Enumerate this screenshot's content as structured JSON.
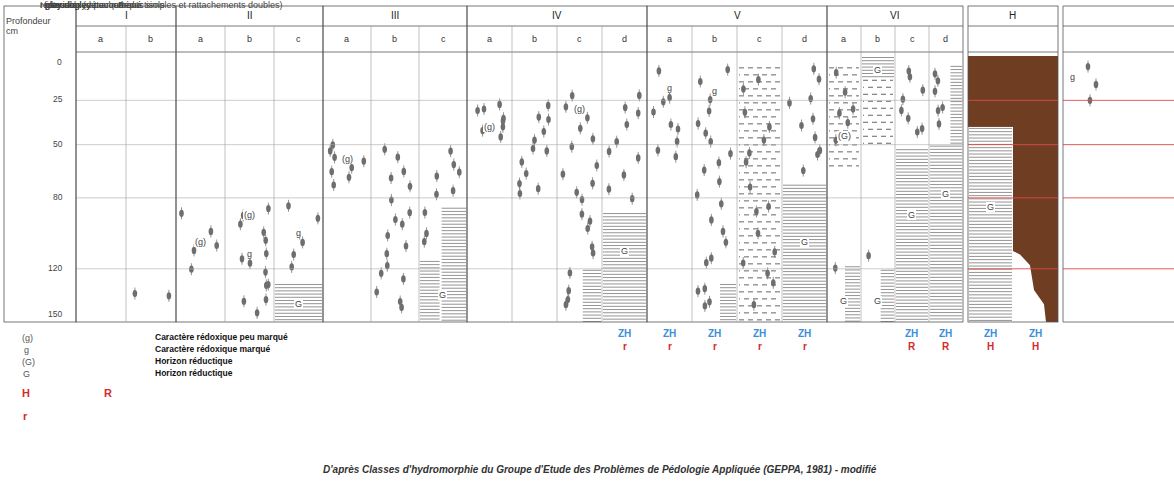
{
  "diagram": {
    "caption": "D'après Classes d'hydromorphie du Groupe d'Etude des Problèmes de Pédologie Appliquée (GEPPA, 1981) - modifié",
    "labels": [
      "Profondeur cm",
      "0",
      "25",
      "50",
      "80",
      "120",
      "150",
      "I",
      "II",
      "III",
      "IV",
      "V",
      "VI",
      "H",
      "a",
      "b",
      "a",
      "b",
      "c",
      "a",
      "b",
      "c",
      "a",
      "b",
      "c",
      "d",
      "a",
      "b",
      "c",
      "d",
      "a",
      "b",
      "c",
      "d",
      "(g)",
      "(g)",
      "g",
      "g",
      "G",
      "(g)",
      "G",
      "(g)",
      "(g)",
      "G",
      "g",
      "g",
      "G",
      "(G)",
      "G",
      "G",
      "G",
      "G",
      "G",
      "G",
      "g",
      "ZH",
      "r",
      "ZH",
      "r",
      "ZH",
      "r",
      "ZH",
      "r",
      "ZH",
      "r",
      "ZH",
      "R",
      "ZH",
      "R",
      "ZH",
      "H",
      "ZH",
      "H",
      "(g)",
      "Caractère rédoxique peu marqué",
      "g",
      "Caractère rédoxique marqué",
      "(G)",
      "Horizon réductique",
      "G",
      "Horizon réductique",
      "H",
      "R",
      "r"
    ],
    "legend": [
      {
        "text": "pseudogley peu marqué"
      },
      {
        "text": "pseudogley marqué"
      },
      {
        "text": "gley réoxydé"
      },
      {
        "text": "gley"
      },
      {
        "text": "Histosols"
      },
      {
        "text": "Réductisols"
      },
      {
        "text": "rédoxisols (rattachements simples et rattachements doubles)"
      }
    ]
  }
}
